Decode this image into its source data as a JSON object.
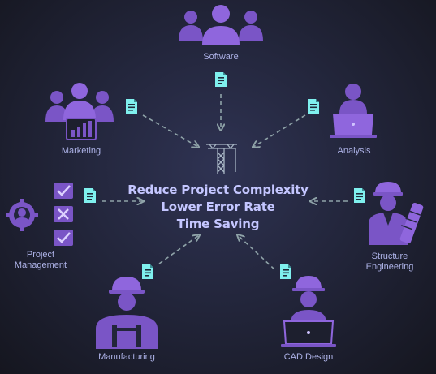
{
  "benefits": {
    "line1": "Reduce Project Complexity",
    "line2": "Lower Error Rate",
    "line3": "Time Saving"
  },
  "nodes": {
    "software": "Software",
    "marketing": "Marketing",
    "analysis": "Analysis",
    "project_management_1": "Project",
    "project_management_2": "Management",
    "structure_engineering_1": "Structure",
    "structure_engineering_2": "Engineering",
    "manufacturing": "Manufacturing",
    "cad_design": "CAD Design"
  },
  "colors": {
    "background": "#23263c",
    "icon_purple": "#7a55c6",
    "document_cyan": "#7ff0ee",
    "arrow_gray": "#8fa3a8",
    "text_lavender": "#c4c6ff"
  },
  "icons": {
    "center": "structural-tower-icon",
    "document": "document-icon",
    "software": "user-group-icon",
    "marketing": "team-with-chart-icon",
    "analysis": "person-at-laptop-icon",
    "project_management": "manager-checklist-icon",
    "structure_engineering": "engineer-with-blueprint-icon",
    "manufacturing": "worker-with-hardhat-icon",
    "cad_design": "engineer-at-laptop-icon"
  }
}
